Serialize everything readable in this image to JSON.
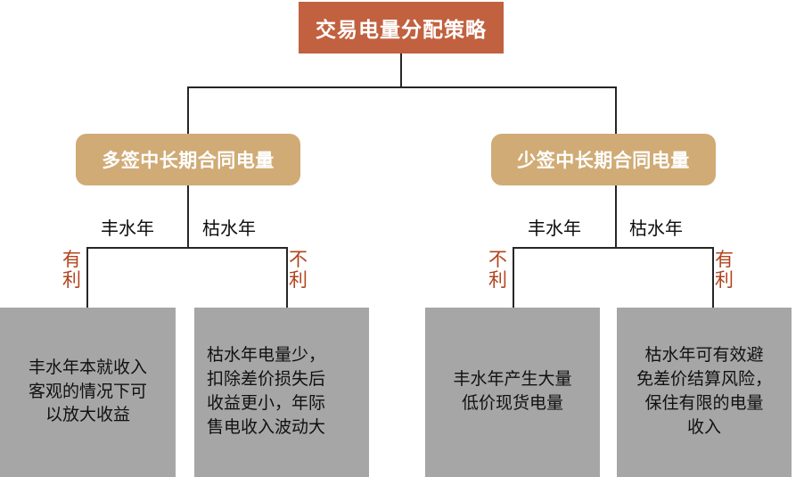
{
  "diagram": {
    "title": "交易电量分配策略",
    "branches": [
      {
        "label": "多签中长期合同电量",
        "conditions": [
          {
            "year": "丰水年",
            "verdict": "有利",
            "outcome": "丰水年本就收入\n客观的情况下可\n以放大收益"
          },
          {
            "year": "枯水年",
            "verdict": "不利",
            "outcome": "枯水年电量少，\n扣除差价损失后\n收益更小，年际\n售电收入波动大"
          }
        ]
      },
      {
        "label": "少签中长期合同电量",
        "conditions": [
          {
            "year": "丰水年",
            "verdict": "不利",
            "outcome": "丰水年产生大量\n低价现货电量"
          },
          {
            "year": "枯水年",
            "verdict": "有利",
            "outcome": "枯水年可有效避\n免差价结算风险，\n保住有限的电量\n收入"
          }
        ]
      }
    ],
    "colors": {
      "title_bg": "#c1613f",
      "branch_bg": "#d0ab76",
      "leaf_bg": "#a6a6a6",
      "verdict_text": "#b1441d",
      "line": "#262626",
      "box_text": "#ffffff",
      "leaf_text": "#111111"
    }
  }
}
